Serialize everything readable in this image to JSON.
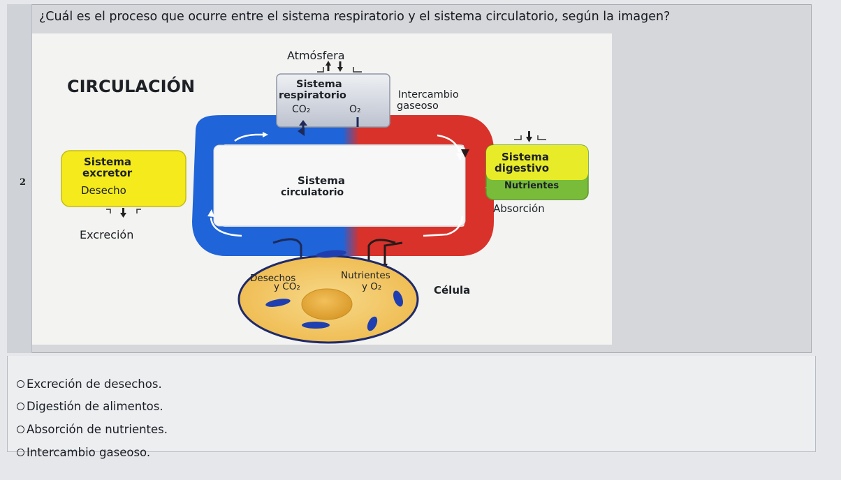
{
  "question": {
    "text": "¿Cuál es el proceso que ocurre entre el sistema respiratorio y el sistema circulatorio, según la imagen?",
    "number": "2"
  },
  "diagram": {
    "title": "CIRCULACIÓN",
    "atmosphere": "Atmósfera",
    "respiratory_l1": "Sistema",
    "respiratory_l2": "respiratorio",
    "co2": "CO₂",
    "o2": "O₂",
    "gas_exchange_l1": "Intercambio",
    "gas_exchange_l2": "gaseoso",
    "excretory_l1": "Sistema",
    "excretory_l2": "excretor",
    "waste": "Desecho",
    "excretion": "Excreción",
    "circulatory_l1": "Sistema",
    "circulatory_l2": "circulatorio",
    "digestive_l1": "Sistema",
    "digestive_l2": "digestivo",
    "nutrients": "Nutrientes",
    "absorption": "Absorción",
    "cell_waste_l1": "Desechos",
    "cell_waste_l2": "y CO₂",
    "cell_nutrients_l1": "Nutrientes",
    "cell_nutrients_l2": "y O₂",
    "cell": "Célula",
    "colors": {
      "venous_blue": "#1f64d8",
      "arterial_red": "#d9322a",
      "yellow_box": "#f4ea1c",
      "green_box": "#79bc3a",
      "respiratory_box": "#c9ced8",
      "cell_fill": "#f2c764"
    }
  },
  "options": [
    "Excreción de desechos.",
    "Digestión de alimentos.",
    "Absorción de nutrientes.",
    "Intercambio gaseoso."
  ]
}
